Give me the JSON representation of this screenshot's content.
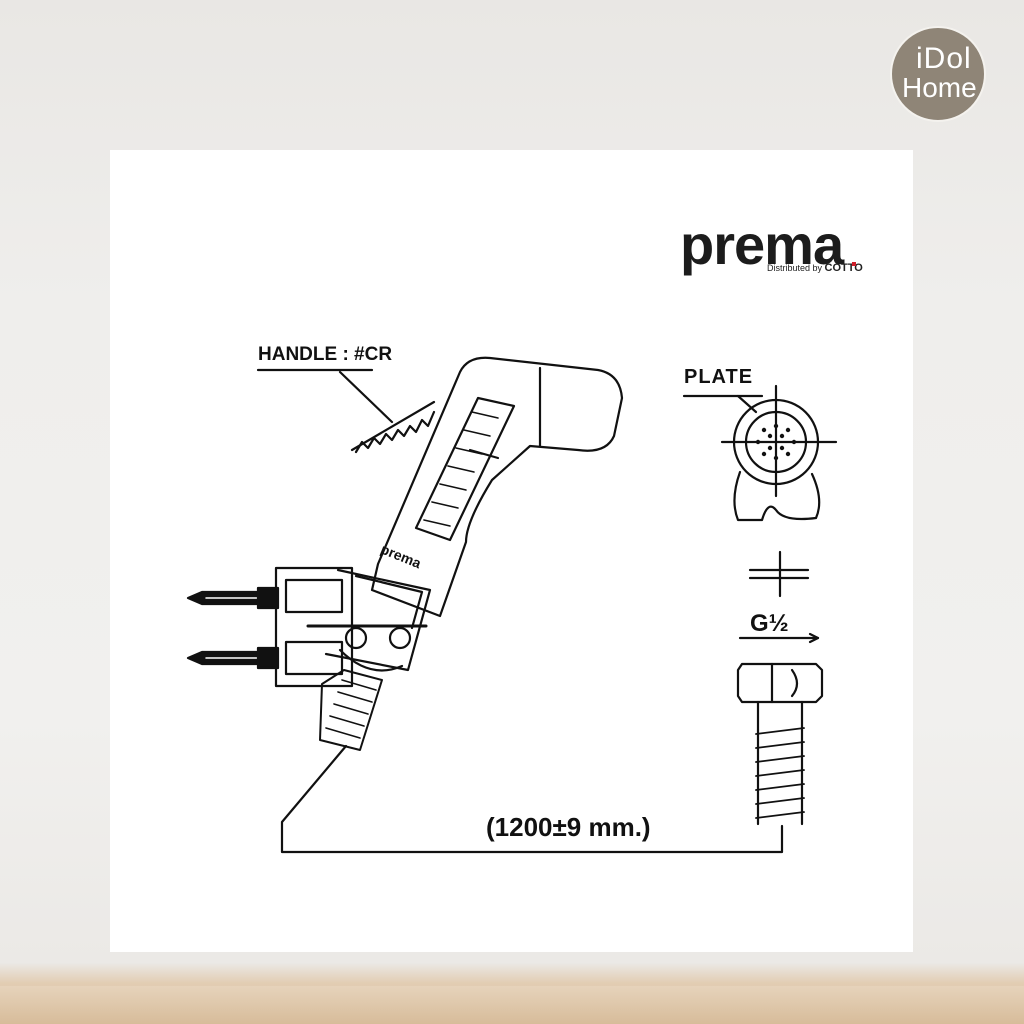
{
  "watermark": {
    "line1": "iDol",
    "line2": "Home"
  },
  "brand": {
    "name": "prema",
    "distributor_prefix": "Distributed by",
    "distributor": "COTTO",
    "accent_color": "#d01f2a"
  },
  "labels": {
    "handle": "HANDLE : #CR",
    "plate": "PLATE",
    "thread": "G½",
    "hose_length": "(1200±9 mm.)",
    "body_mark": "prema"
  }
}
